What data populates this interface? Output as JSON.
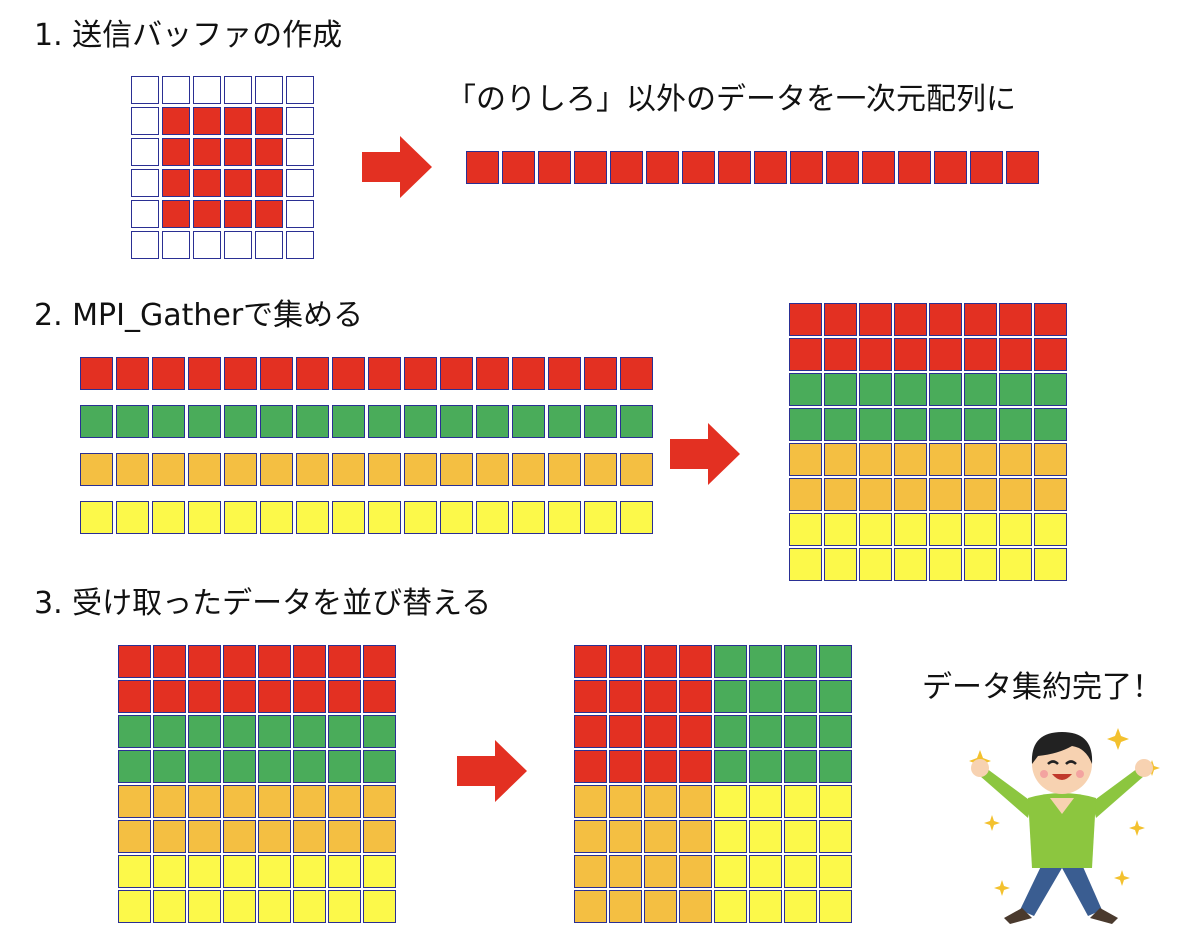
{
  "colors": {
    "red": "#e33022",
    "green": "#4aac5a",
    "orange": "#f4bf42",
    "yellow": "#fcf94a",
    "white": "#ffffff",
    "border": "#2a2f93",
    "arrow": "#e33022"
  },
  "step1": {
    "title": "1. 送信バッファの作成",
    "caption": "「のりしろ」以外のデータを一次元配列に",
    "halo_grid": [
      "wwwwww",
      "wrrrrw",
      "wrrrrw",
      "wrrrrw",
      "wrrrrw",
      "wwwwww"
    ],
    "send_buffer": [
      "rrrrrrrrrrrrrrrr"
    ]
  },
  "step2": {
    "title": "2. MPI_Gatherで集める",
    "buffers": [
      "rrrrrrrrrrrrrrrr",
      "gggggggggggggggg",
      "oooooooooooooooo",
      "yyyyyyyyyyyyyyyy"
    ],
    "gathered": [
      "rrrrrrrr",
      "rrrrrrrr",
      "gggggggg",
      "gggggggg",
      "oooooooo",
      "oooooooo",
      "yyyyyyyy",
      "yyyyyyyy"
    ]
  },
  "step3": {
    "title": "3. 受け取ったデータを並び替える",
    "before": [
      "rrrrrrrr",
      "rrrrrrrr",
      "gggggggg",
      "gggggggg",
      "oooooooo",
      "oooooooo",
      "yyyyyyyy",
      "yyyyyyyy"
    ],
    "after": [
      "rrrrgggg",
      "rrrrgggg",
      "rrrrgggg",
      "rrrrgggg",
      "ooooyyyy",
      "ooooyyyy",
      "ooooyyyy",
      "ooooyyyy"
    ],
    "done_text": "データ集約完了！",
    "illustration_icon": "celebrating-person-icon"
  }
}
